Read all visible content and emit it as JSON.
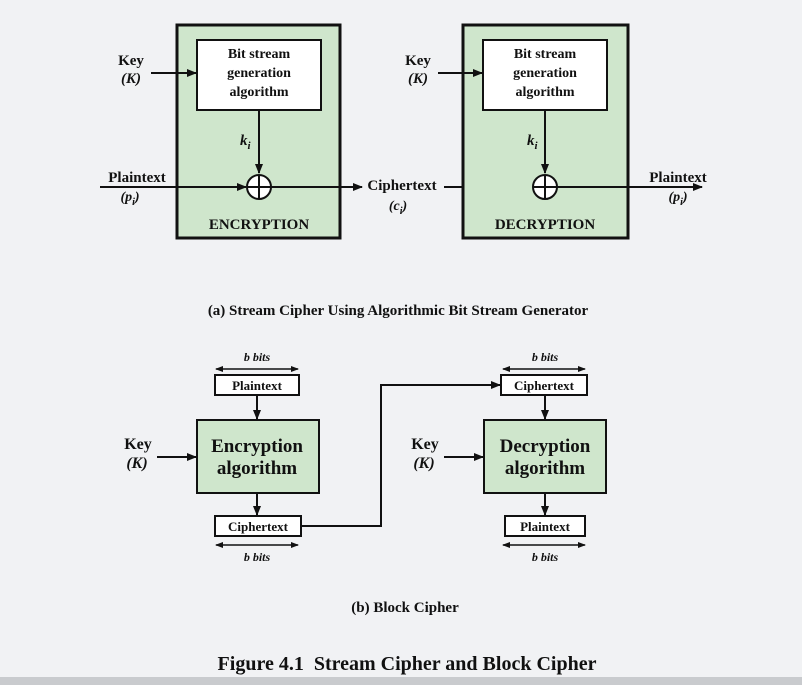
{
  "colors": {
    "background": "#f1f2f4",
    "box_fill": "#cfe6cc",
    "line": "#111111",
    "inner_box_fill": "#ffffff"
  },
  "stream_cipher": {
    "key_label": "Key",
    "key_symbol": "(K)",
    "plaintext_label": "Plaintext",
    "plaintext_symbol": "(p",
    "plaintext_symbol_sub": "i",
    "plaintext_symbol_close": ")",
    "generator_line1": "Bit stream",
    "generator_line2": "generation",
    "generator_line3": "algorithm",
    "keystream_symbol": "k",
    "keystream_sub": "i",
    "encryption_label": "ENCRYPTION",
    "decryption_label": "DECRYPTION",
    "ciphertext_label": "Ciphertext",
    "ciphertext_symbol": "(c",
    "ciphertext_symbol_sub": "i",
    "ciphertext_symbol_close": ")",
    "caption": "(a) Stream Cipher Using Algorithmic Bit Stream Generator"
  },
  "block_cipher": {
    "bits_label": "b bits",
    "plaintext_label": "Plaintext",
    "ciphertext_label": "Ciphertext",
    "encryption_line1": "Encryption",
    "encryption_line2": "algorithm",
    "decryption_line1": "Decryption",
    "decryption_line2": "algorithm",
    "key_label": "Key",
    "key_symbol": "(K)",
    "caption": "(b) Block Cipher"
  },
  "figure_title": "Figure 4.1  Stream Cipher and Block Cipher"
}
